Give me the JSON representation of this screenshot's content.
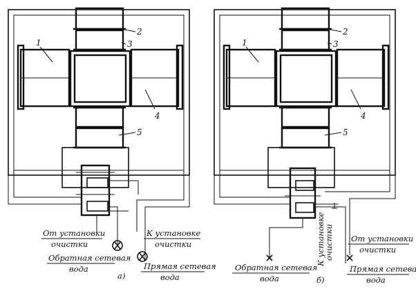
{
  "callouts": [
    "1",
    "2",
    "3",
    "4",
    "5"
  ],
  "diagram_a": {
    "label": "а)",
    "from_plant_1": "От установки",
    "from_plant_2": "очистки",
    "to_plant_1": "К установке",
    "to_plant_2": "очистки",
    "return_water_1": "Обратная сетевая",
    "return_water_2": "вода",
    "supply_water_1": "Прямая сетевая",
    "supply_water_2": "вода"
  },
  "diagram_b": {
    "label": "б)",
    "to_plant_1": "К установке",
    "to_plant_2": "очистки",
    "from_plant_1": "От установки",
    "from_plant_2": "очистки",
    "return_water_1": "Обратная сетевая",
    "return_water_2": "вода",
    "supply_water_1": "Прямая сетевая",
    "supply_water_2": "вода"
  }
}
